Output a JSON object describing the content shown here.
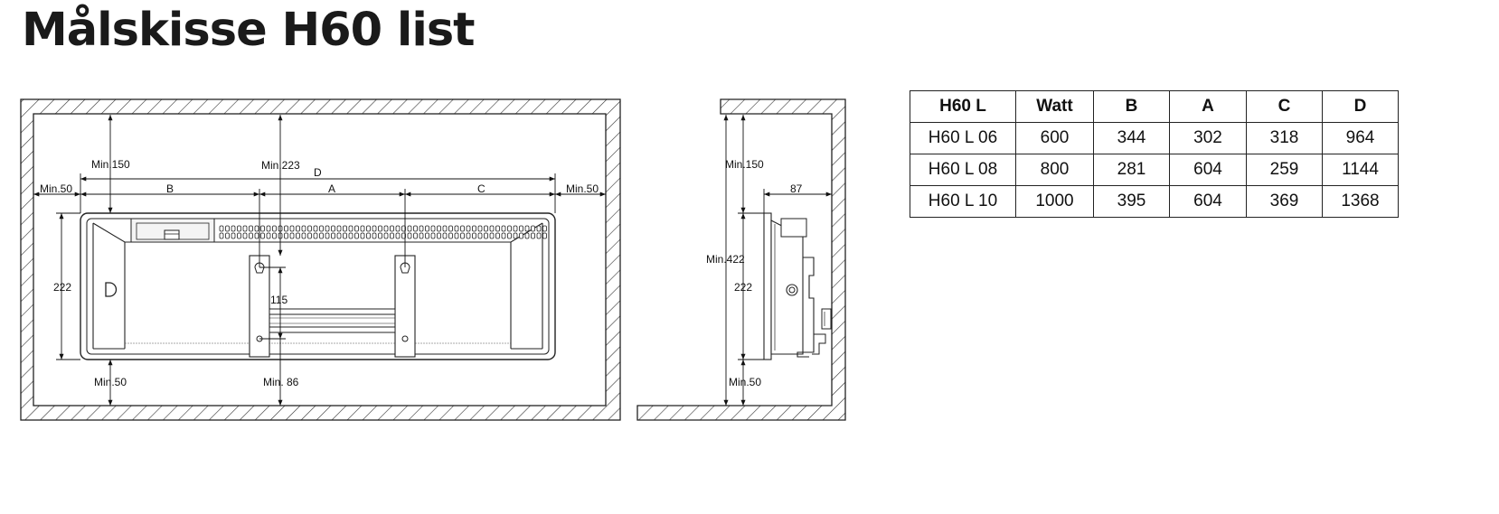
{
  "title": "Målskisse H60 list",
  "front_view": {
    "min_150": "Min.150",
    "min_223": "Min.223",
    "dim_d": "D",
    "min_50_left": "Min.50",
    "min_50_right": "Min.50",
    "dim_b": "B",
    "dim_a": "A",
    "dim_c": "C",
    "height_222": "222",
    "dim_115": "115",
    "min_50_bottom": "Min.50",
    "min_86": "Min. 86"
  },
  "side_view": {
    "min_150": "Min.150",
    "depth_87": "87",
    "min_422": "Min.422",
    "height_222": "222",
    "min_50_bottom": "Min.50"
  },
  "table": {
    "headers": [
      "H60 L",
      "Watt",
      "B",
      "A",
      "C",
      "D"
    ],
    "rows": [
      [
        "H60 L 06",
        "600",
        "344",
        "302",
        "318",
        "964"
      ],
      [
        "H60 L 08",
        "800",
        "281",
        "604",
        "259",
        "1144"
      ],
      [
        "H60 L 10",
        "1000",
        "395",
        "604",
        "369",
        "1368"
      ]
    ]
  }
}
